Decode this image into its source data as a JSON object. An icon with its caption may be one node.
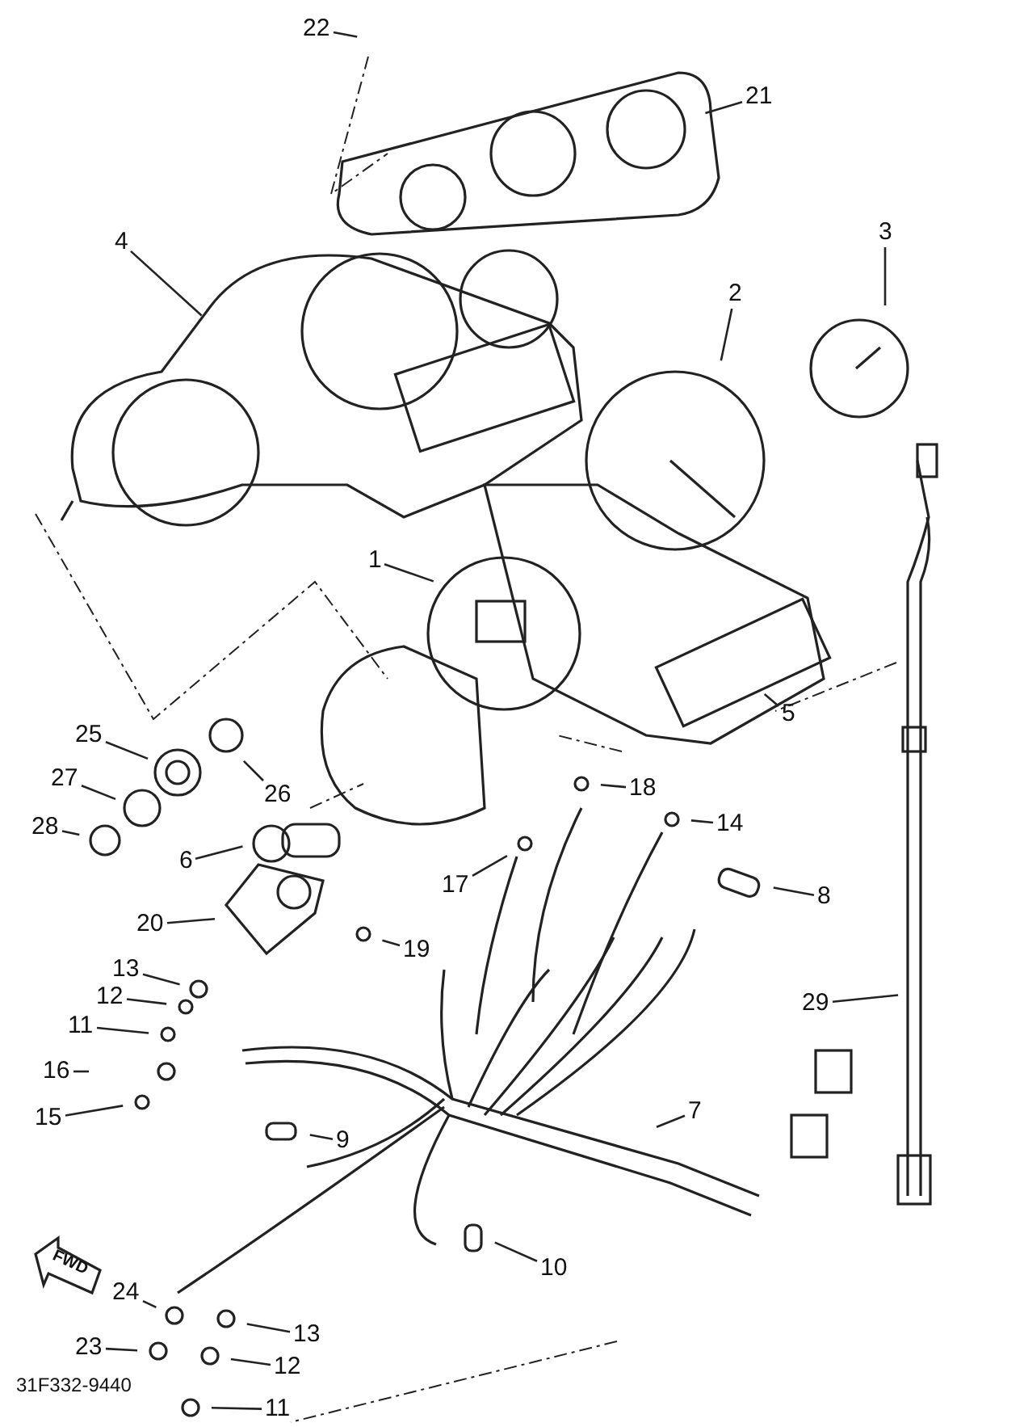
{
  "diagram": {
    "nodes": [
      {
        "text": [
          "22"
        ]
      },
      {
        "text": [
          "21"
        ]
      },
      {
        "text": [
          "4"
        ]
      },
      {
        "text": [
          "3"
        ]
      },
      {
        "text": [
          "2"
        ]
      },
      {
        "text": [
          "1"
        ]
      },
      {
        "text": [
          "5"
        ]
      },
      {
        "text": [
          "25"
        ]
      },
      {
        "text": [
          "26"
        ]
      },
      {
        "text": [
          "27"
        ]
      },
      {
        "text": [
          "18"
        ]
      },
      {
        "text": [
          "28"
        ]
      },
      {
        "text": [
          "14"
        ]
      },
      {
        "text": [
          "6"
        ]
      },
      {
        "text": [
          "17"
        ]
      },
      {
        "text": [
          "8"
        ]
      },
      {
        "text": [
          "20"
        ]
      },
      {
        "text": [
          "19"
        ]
      },
      {
        "text": [
          "13"
        ]
      },
      {
        "text": [
          "12"
        ]
      },
      {
        "text": [
          "29"
        ]
      },
      {
        "text": [
          "11"
        ]
      },
      {
        "text": [
          "16"
        ]
      },
      {
        "text": [
          "15"
        ]
      },
      {
        "text": [
          "9"
        ]
      },
      {
        "text": [
          "7"
        ]
      },
      {
        "text": [
          "10"
        ]
      },
      {
        "text": [
          "24"
        ]
      },
      {
        "text": [
          "13"
        ]
      },
      {
        "text": [
          "23"
        ]
      },
      {
        "text": [
          "12"
        ]
      },
      {
        "text": [
          "11"
        ]
      }
    ],
    "edges": [
      {
        "from": 0,
        "to": null,
        "arrow": "none"
      },
      {
        "from": 1,
        "to": null,
        "arrow": "none"
      },
      {
        "from": 2,
        "to": null,
        "arrow": "none"
      },
      {
        "from": 3,
        "to": null,
        "arrow": "none"
      },
      {
        "from": 4,
        "to": null,
        "arrow": "none"
      },
      {
        "from": 5,
        "to": null,
        "arrow": "none"
      },
      {
        "from": 6,
        "to": null,
        "arrow": "none"
      },
      {
        "from": 7,
        "to": null,
        "arrow": "none"
      },
      {
        "from": 8,
        "to": null,
        "arrow": "none"
      },
      {
        "from": 9,
        "to": null,
        "arrow": "none"
      },
      {
        "from": 10,
        "to": null,
        "arrow": "none"
      },
      {
        "from": 11,
        "to": null,
        "arrow": "none"
      },
      {
        "from": 12,
        "to": null,
        "arrow": "none"
      },
      {
        "from": 13,
        "to": null,
        "arrow": "none"
      },
      {
        "from": 14,
        "to": null,
        "arrow": "none"
      },
      {
        "from": 15,
        "to": null,
        "arrow": "none"
      },
      {
        "from": 16,
        "to": null,
        "arrow": "none"
      },
      {
        "from": 17,
        "to": null,
        "arrow": "none"
      },
      {
        "from": 18,
        "to": null,
        "arrow": "none"
      },
      {
        "from": 19,
        "to": null,
        "arrow": "none"
      },
      {
        "from": 20,
        "to": null,
        "arrow": "none"
      },
      {
        "from": 21,
        "to": null,
        "arrow": "none"
      },
      {
        "from": 22,
        "to": null,
        "arrow": "none"
      },
      {
        "from": 23,
        "to": null,
        "arrow": "none"
      },
      {
        "from": 24,
        "to": null,
        "arrow": "none"
      },
      {
        "from": 25,
        "to": null,
        "arrow": "none"
      },
      {
        "from": 26,
        "to": null,
        "arrow": "none"
      },
      {
        "from": 27,
        "to": null,
        "arrow": "none"
      },
      {
        "from": 28,
        "to": null,
        "arrow": "none"
      },
      {
        "from": 29,
        "to": null,
        "arrow": "none"
      },
      {
        "from": 30,
        "to": null,
        "arrow": "none"
      },
      {
        "from": 31,
        "to": null,
        "arrow": "none"
      }
    ],
    "labels": [
      "FWD",
      "31F332-9440"
    ]
  }
}
